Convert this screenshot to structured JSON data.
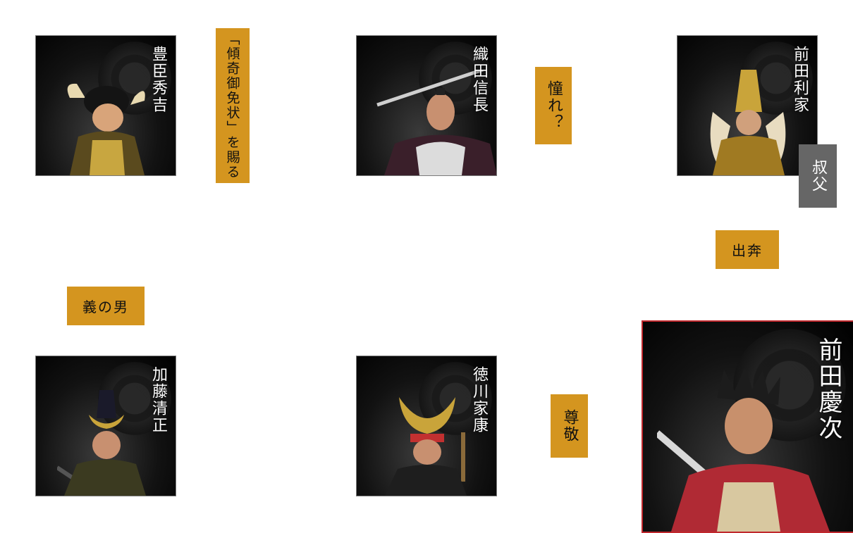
{
  "characters": {
    "toyotomi": {
      "name": "豊臣秀吉",
      "icon": "samurai-portrait"
    },
    "oda": {
      "name": "織田信長",
      "icon": "samurai-portrait"
    },
    "maeda_toshiie": {
      "name": "前田利家",
      "icon": "samurai-portrait"
    },
    "kato": {
      "name": "加藤清正",
      "icon": "samurai-portrait"
    },
    "tokugawa": {
      "name": "徳川家康",
      "icon": "samurai-portrait"
    },
    "maeda_keiji": {
      "name": "前田慶次",
      "icon": "samurai-portrait"
    }
  },
  "relations": {
    "kabuki_license": "「傾奇御免状」を賜る",
    "admiration": "憧れ？",
    "uncle": "叔父",
    "runaway": "出奔",
    "man_of_justice": "義の男",
    "respect": "尊敬"
  },
  "colors": {
    "tag_gold": "#d4951f",
    "tag_gray": "#666666",
    "featured_border": "#c0282d",
    "card_border": "#7a7a7a"
  }
}
